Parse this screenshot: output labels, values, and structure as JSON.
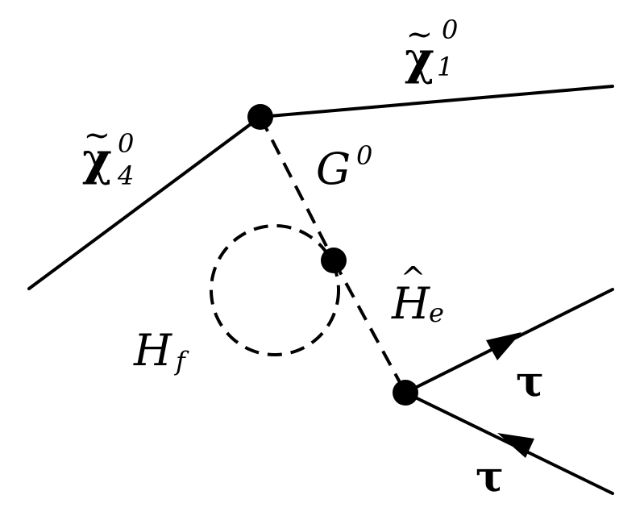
{
  "diagram": {
    "particles": {
      "chi4": {
        "symbol": "χ",
        "accent": "~",
        "subscript": "4",
        "superscript": "0"
      },
      "chi1": {
        "symbol": "χ",
        "accent": "~",
        "subscript": "1",
        "superscript": "0"
      },
      "goldstone": {
        "symbol": "G",
        "superscript": "0"
      },
      "higgs_e": {
        "symbol": "H",
        "accent": "^",
        "subscript": "e"
      },
      "higgs_f": {
        "symbol": "H",
        "subscript": "f"
      },
      "tau_out": {
        "symbol": "τ"
      },
      "tau_in": {
        "symbol": "τ"
      }
    },
    "line_styles": {
      "fermion": "solid",
      "scalar": "dashed"
    },
    "colors": {
      "ink": "#000000",
      "background": "#ffffff"
    }
  }
}
